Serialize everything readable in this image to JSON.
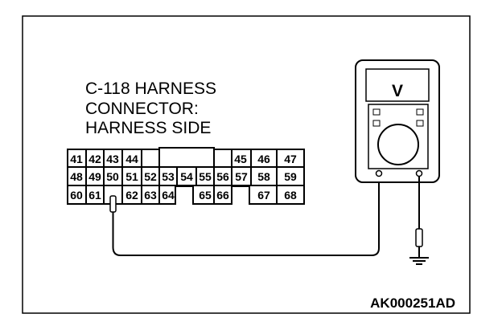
{
  "diagram": {
    "title_lines": [
      "C-118 HARNESS",
      "CONNECTOR:",
      "HARNESS SIDE"
    ],
    "figure_code": "AK000251AD",
    "connector_pins": {
      "row1": [
        "41",
        "42",
        "43",
        "44",
        "45",
        "46",
        "47"
      ],
      "row2": [
        "48",
        "49",
        "50",
        "51",
        "52",
        "53",
        "54",
        "55",
        "56",
        "57",
        "58",
        "59"
      ],
      "row3": [
        "60",
        "61",
        "62",
        "63",
        "64",
        "65",
        "66",
        "67",
        "68"
      ]
    },
    "meter_display_glyph": "V"
  }
}
